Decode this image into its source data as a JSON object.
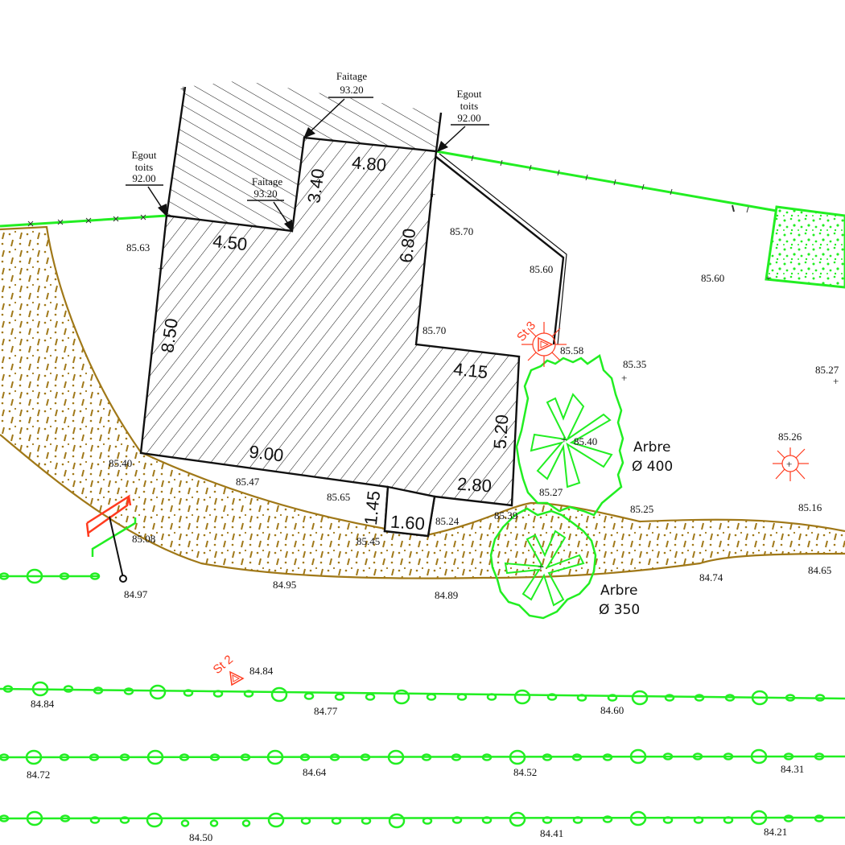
{
  "plan": {
    "colors": {
      "hedge": "#22ee22",
      "path_border": "#a07818",
      "station": "#ff3b1f",
      "lines": "#111111",
      "background": "#ffffff"
    },
    "roof_annotations": [
      {
        "id": "egout-left",
        "line1": "Egout",
        "line2": "toits",
        "value": "92.00"
      },
      {
        "id": "faitage-top",
        "line1": "Faitage",
        "value": "93.20"
      },
      {
        "id": "egout-right",
        "line1": "Egout",
        "line2": "toits",
        "value": "92.00"
      },
      {
        "id": "faitage-mid",
        "line1": "Faitage",
        "value": "93.20"
      }
    ],
    "dimensions": {
      "d_4_80": "4.80",
      "d_3_40": "3.40",
      "d_4_50": "4.50",
      "d_6_80": "6.80",
      "d_8_50": "8.50",
      "d_4_15": "4.15",
      "d_5_20": "5.20",
      "d_9_00": "9.00",
      "d_2_80": "2.80",
      "d_1_45": "1.45",
      "d_1_60": "1.60"
    },
    "levels": {
      "l_85_63": "85.63",
      "l_85_70_a": "85.70",
      "l_85_60_a": "85.60",
      "l_85_70_b": "85.70",
      "l_85_58": "85.58",
      "l_85_35": "85.35",
      "l_85_60_b": "85.60",
      "l_85_27_a": "85.27",
      "l_85_26": "85.26",
      "l_85_40_a": "85.40",
      "l_85_40_b": "85.40",
      "l_85_47": "85.47",
      "l_85_65": "85.65",
      "l_85_24": "85.24",
      "l_85_39": "85.39",
      "l_85_27_b": "85.27",
      "l_85_45": "85.45",
      "l_85_25": "85.25",
      "l_85_16": "85.16",
      "l_85_08": "85.08",
      "l_84_97": "84.97",
      "l_84_95": "84.95",
      "l_84_89": "84.89",
      "l_84_74": "84.74",
      "l_84_65": "84.65",
      "l_84_84_st": "84.84",
      "l_84_84": "84.84",
      "l_84_77": "84.77",
      "l_84_60": "84.60",
      "l_84_72": "84.72",
      "l_84_64": "84.64",
      "l_84_52": "84.52",
      "l_84_31": "84.31",
      "l_84_50": "84.50",
      "l_84_41": "84.41",
      "l_84_21": "84.21"
    },
    "trees": [
      {
        "id": "tree-400",
        "label": "Arbre",
        "diameter": "Ø 400"
      },
      {
        "id": "tree-350",
        "label": "Arbre",
        "diameter": "Ø 350"
      }
    ],
    "stations": [
      {
        "id": "st3",
        "label": "St 3"
      },
      {
        "id": "st2",
        "label": "St 2"
      }
    ],
    "icons": [
      "survey-station-icon",
      "tree-symbol-icon",
      "lamp-post-icon",
      "level-point-icon",
      "manhole-icon",
      "bench-icon"
    ]
  }
}
